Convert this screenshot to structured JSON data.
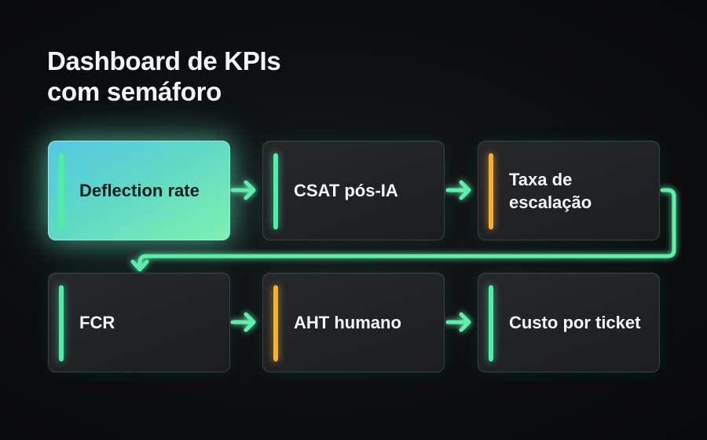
{
  "title": {
    "line1": "Dashboard de KPIs",
    "line2": "com semáforo"
  },
  "cards": [
    {
      "label": "Deflection rate",
      "status": "active"
    },
    {
      "label": "CSAT pós-IA",
      "status": "green"
    },
    {
      "label": "Taxa de escalação",
      "status": "amber"
    },
    {
      "label": "FCR",
      "status": "green"
    },
    {
      "label": "AHT humano",
      "status": "amber"
    },
    {
      "label": "Custo por ticket",
      "status": "green"
    }
  ],
  "colors": {
    "connector": "#5ef0ab",
    "status_green": "#4ef0a6",
    "status_amber": "#f7ae32",
    "active_card_gradient": [
      "#55c8e4",
      "#7ef0b0"
    ]
  }
}
